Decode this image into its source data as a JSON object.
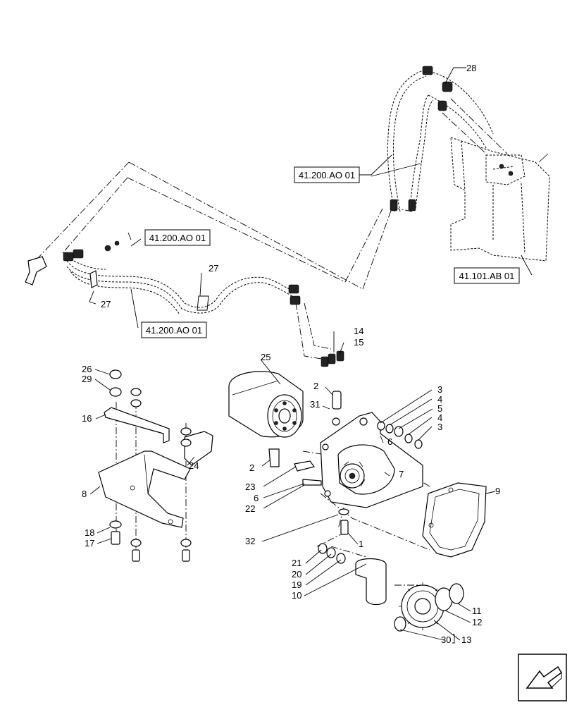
{
  "callouts": [
    "1",
    "2",
    "3",
    "4",
    "5",
    "6",
    "7",
    "8",
    "9",
    "10",
    "11",
    "12",
    "13",
    "14",
    "15",
    "16",
    "17",
    "18",
    "19",
    "20",
    "21",
    "22",
    "23",
    "24",
    "25",
    "26",
    "27",
    "28",
    "29",
    "30",
    "31",
    "32"
  ],
  "references": [
    "41.200.AO 01",
    "41.101.AB 01"
  ],
  "nav": {
    "icon": "arrow-icon"
  }
}
